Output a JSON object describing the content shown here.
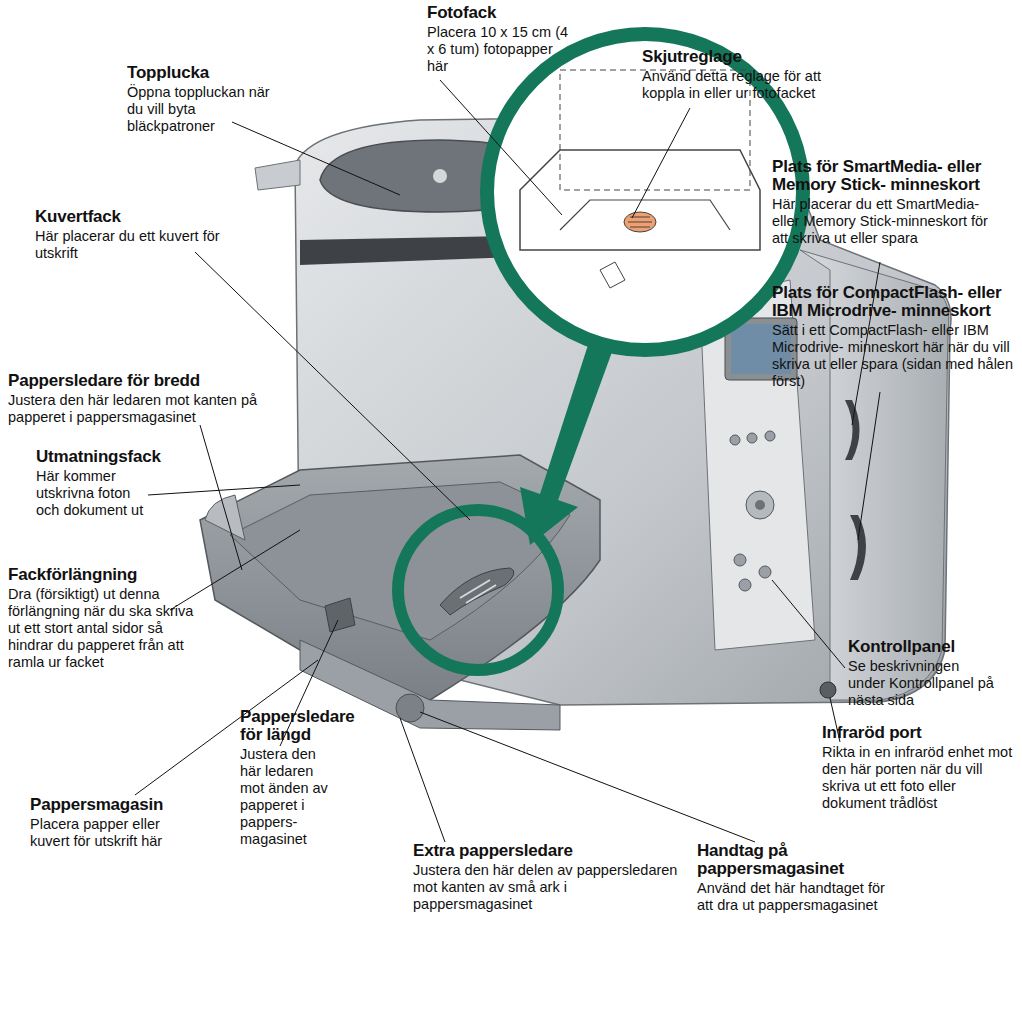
{
  "diagram": {
    "labels": [
      "Fotofack",
      "Placera 10 x 15 cm (4 x 6 tum) fotopapper här",
      "Skjutreglage",
      "Använd detta reglage för att koppla in eller ur fotofacket",
      "Topplucka",
      "Öppna toppluckan när du vill byta bläckpatroner",
      "Plats för SmartMedia- eller Memory Stick- minneskort",
      "Här placerar du ett SmartMedia- eller Memory Stick-minneskort för att skriva ut eller spara",
      "Kuvertfack",
      "Här placerar du ett kuvert för utskrift",
      "Plats för CompactFlash- eller IBM Microdrive- minneskort",
      "Sätt i ett CompactFlash- eller IBM Microdrive- minneskort här när du vill skriva ut eller spara (sidan med hålen först)",
      "Pappersledare för bredd",
      "Justera den här ledaren mot kanten på papperet i pappersmagasinet",
      "Utmatningsfack",
      "Här kommer utskrivna foton och dokument ut",
      "Kontrollpanel",
      "Se beskrivningen under Kontrollpanel på nästa sida",
      "Fackförlängning",
      "Dra (försiktigt) ut denna förlängning när du ska skriva ut ett stort antal sidor så hindrar du papperet från att ramla ur facket",
      "Infraröd port",
      "Rikta in en infraröd enhet mot den här porten när du vill skriva ut ett foto eller dokument trådlöst",
      "Pappersledare för längd",
      "Justera den här ledaren mot änden av papperet i pappers- magasinet",
      "Pappersmagasin",
      "Placera papper eller kuvert för utskrift här",
      "Extra pappersledare",
      "Justera den här delen av pappersledaren mot kanten av små ark i pappersmagasinet",
      "Handtag på pappersmagasinet",
      "Använd det här handtaget för att dra ut pappersmagasinet"
    ]
  }
}
